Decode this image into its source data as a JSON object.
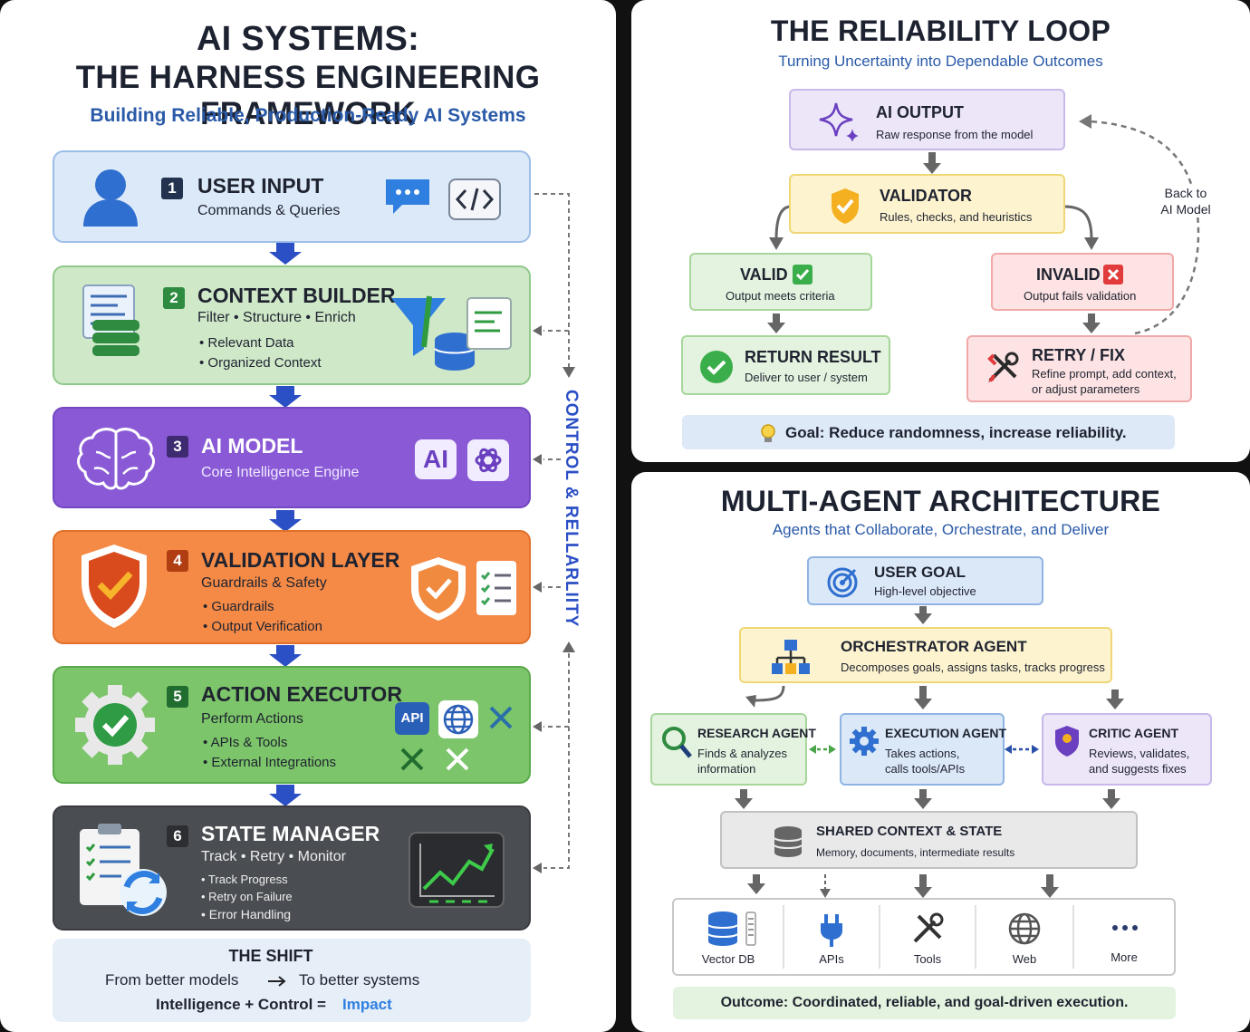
{
  "left": {
    "title_line1": "AI SYSTEMS:",
    "title_line2": "THE HARNESS ENGINEERING FRAMEWORK",
    "subtitle": "Building Reliable, Production-Ready AI Systems",
    "side_label": "CONTROL & RELLARLIITY",
    "steps": [
      {
        "num": "1",
        "title": "USER INPUT",
        "subtitle": "Commands & Queries",
        "bullets": []
      },
      {
        "num": "2",
        "title": "CONTEXT BUILDER",
        "subtitle": "Filter • Structure • Enrich",
        "bullets": [
          "• Relevant Data",
          "• Organized Context"
        ]
      },
      {
        "num": "3",
        "title": "AI MODEL",
        "subtitle": "Core Intelligence Engine",
        "bullets": [],
        "badge": "AI"
      },
      {
        "num": "4",
        "title": "VALIDATION LAYER",
        "subtitle": "Guardrails & Safety",
        "bullets": [
          "• Guardrails",
          "• Output Verification"
        ]
      },
      {
        "num": "5",
        "title": "ACTION EXECUTOR",
        "subtitle": "Perform Actions",
        "bullets": [
          "• APIs & Tools",
          "• External Integrations"
        ],
        "badge": "API"
      },
      {
        "num": "6",
        "title": "STATE MANAGER",
        "subtitle": "Track • Retry • Monitor",
        "bullets": [
          "• Track Progress",
          "• Retry on Failure",
          "• Error Handling"
        ]
      }
    ],
    "shift": {
      "title": "THE SHIFT",
      "from": "From better models",
      "to": "To better systems",
      "formula": "Intelligence + Control =",
      "impact": "Impact"
    }
  },
  "loop": {
    "title": "THE RELIABILITY LOOP",
    "subtitle": "Turning Uncertainty into Dependable Outcomes",
    "ai_output": {
      "title": "AI OUTPUT",
      "desc": "Raw response from the model"
    },
    "validator": {
      "title": "VALIDATOR",
      "desc": "Rules, checks, and heuristics"
    },
    "valid": {
      "title": "VALID",
      "desc": "Output meets criteria"
    },
    "invalid": {
      "title": "INVALID",
      "desc": "Output fails validation"
    },
    "return_result": {
      "title": "RETURN RESULT",
      "desc": "Deliver to user / system"
    },
    "retry": {
      "title": "RETRY / FIX",
      "desc1": "Refine prompt, add context,",
      "desc2": "or adjust parameters"
    },
    "back_label1": "Back to",
    "back_label2": "AI Model",
    "goal": "Goal: Reduce randomness, increase reliability."
  },
  "multi": {
    "title": "MULTI-AGENT ARCHITECTURE",
    "subtitle": "Agents that Collaborate, Orchestrate, and Deliver",
    "user_goal": {
      "title": "USER GOAL",
      "desc": "High-level objective"
    },
    "orchestrator": {
      "title": "ORCHESTRATOR AGENT",
      "desc": "Decomposes goals, assigns tasks, tracks progress"
    },
    "research": {
      "title": "RESEARCH AGENT",
      "desc1": "Finds & analyzes",
      "desc2": "information"
    },
    "execution": {
      "title": "EXECUTION AGENT",
      "desc1": "Takes actions,",
      "desc2": "calls tools/APIs"
    },
    "critic": {
      "title": "CRITIC AGENT",
      "desc1": "Reviews, validates,",
      "desc2": "and suggests fixes"
    },
    "shared": {
      "title": "SHARED CONTEXT & STATE",
      "desc": "Memory, documents, intermediate results"
    },
    "tools": [
      {
        "name": "vector-db",
        "label": "Vector DB"
      },
      {
        "name": "apis",
        "label": "APIs"
      },
      {
        "name": "tools",
        "label": "Tools"
      },
      {
        "name": "web",
        "label": "Web"
      },
      {
        "name": "more",
        "label": "More"
      }
    ],
    "outcome": "Outcome: Coordinated, reliable, and goal-driven execution."
  }
}
